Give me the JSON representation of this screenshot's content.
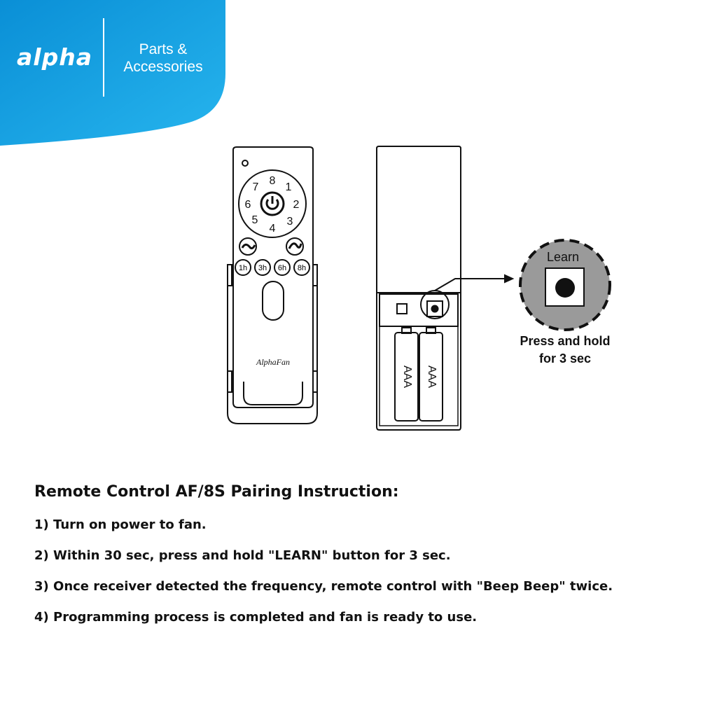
{
  "brand": {
    "logo_text": "alpha",
    "subtitle_line1": "Parts &",
    "subtitle_line2": "Accessories",
    "color_accent": "#1aa6e6"
  },
  "remote": {
    "dial_numbers": [
      "8",
      "1",
      "2",
      "3",
      "4",
      "5",
      "6",
      "7"
    ],
    "timer_buttons": [
      "1h",
      "3h",
      "6h",
      "8h"
    ],
    "logo_text": "AlphaFan"
  },
  "receiver": {
    "battery_labels": [
      "AAA",
      "AAA"
    ]
  },
  "callout": {
    "button_label": "Learn",
    "caption_line1": "Press and hold",
    "caption_line2": "for 3 sec"
  },
  "instructions": {
    "title": "Remote Control AF/8S Pairing Instruction:",
    "steps": [
      "1) Turn on power to fan.",
      "2) Within 30 sec, press and hold \"LEARN\" button for 3 sec.",
      "3) Once receiver detected the frequency, remote control with \"Beep Beep\" twice.",
      "4) Programming process is completed and fan is ready to use."
    ]
  }
}
